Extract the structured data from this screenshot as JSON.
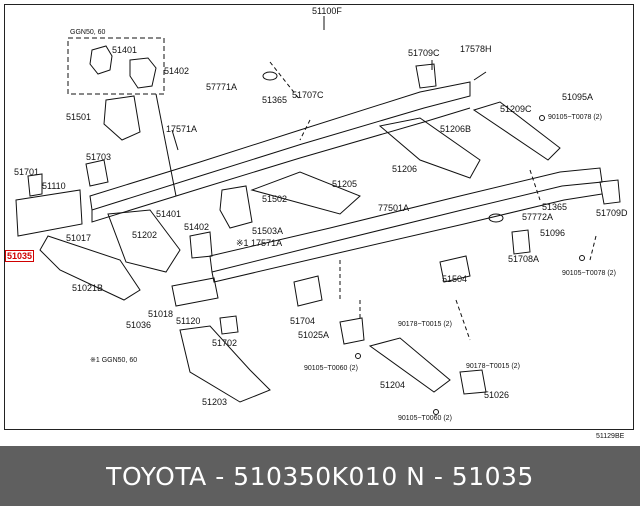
{
  "diagram": {
    "title_part": "51100F",
    "inset_label": "GGN50, 60",
    "note_label": "※1 GGN50, 60",
    "figure_code": "51129BE",
    "highlight_color": "#d00000",
    "labels": {
      "p51401a": "51401",
      "p51402a": "51402",
      "p57771a": "57771A",
      "p51365a": "51365",
      "p51707c": "51707C",
      "p51709c": "51709C",
      "p17578h": "17578H",
      "p51095a": "51095A",
      "p51501": "51501",
      "p17571a": "17571A",
      "p51209c": "51209C",
      "p90105_t0078_top": "90105−T0078 (2)",
      "p51206b": "51206B",
      "p51703": "51703",
      "p51701": "51701",
      "p51110": "51110",
      "p51206": "51206",
      "p51502": "51502",
      "p51205": "51205",
      "p51709d": "51709D",
      "p51401b": "51401",
      "p77501a": "77501A",
      "p51365b": "51365",
      "p57772a": "57772A",
      "p51402b": "51402",
      "p51017": "51017",
      "p51202": "51202",
      "p51503a": "51503A",
      "p17571a_note": "※1 17571A",
      "p51096": "51096",
      "p51035": "51035",
      "p51708a": "51708A",
      "p90105_t0078_right": "90105−T0078 (2)",
      "p51021b": "51021B",
      "p51504": "51504",
      "p51018": "51018",
      "p51036": "51036",
      "p51120": "51120",
      "p51704": "51704",
      "p90178_t0015_a": "90178−T0015 (2)",
      "p51025a": "51025A",
      "p51702": "51702",
      "p90105_t0060_a": "90105−T0060 (2)",
      "p90178_t0015_b": "90178−T0015 (2)",
      "p51204": "51204",
      "p51026": "51026",
      "p51203": "51203",
      "p90105_t0060_b": "90105−T0060 (2)"
    }
  },
  "footer": {
    "text": "TOYOTA - 510350K010     N - 51035"
  }
}
